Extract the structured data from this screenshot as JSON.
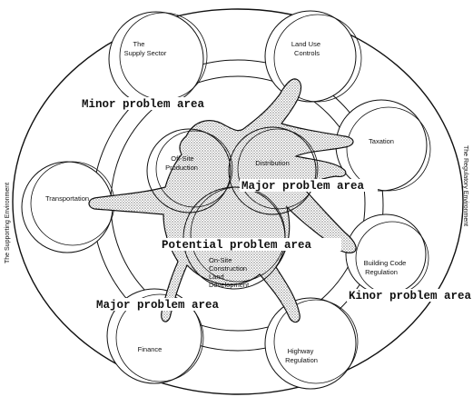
{
  "environments": {
    "supporting": "The Supporting Environment",
    "regulatory": "The Regulatory Environment"
  },
  "outer_circles": {
    "supply_sector": [
      "The",
      "Supply Sector"
    ],
    "land_use": [
      "Land Use",
      "Controls"
    ],
    "taxation": [
      "Taxation"
    ],
    "transportation": [
      "Transportation"
    ],
    "building_code": [
      "Building Code",
      "Regulation"
    ],
    "finance": [
      "Finance"
    ],
    "highway": [
      "Highway",
      "Regulation"
    ]
  },
  "inner_circles": {
    "off_site": [
      "Off-Site",
      "Production"
    ],
    "distribution": [
      "Distribution"
    ],
    "on_site": [
      "On-Site",
      "Construction",
      "Land",
      "Development"
    ]
  },
  "problem_labels": {
    "minor_top": "Minor problem area",
    "major_right": "Major problem area",
    "potential_center": "Potential problem area",
    "major_bottom": "Major problem area",
    "minor_right": "Kinor problem area"
  },
  "colors": {
    "line": "#111111",
    "shade": "#c8c8c8"
  }
}
